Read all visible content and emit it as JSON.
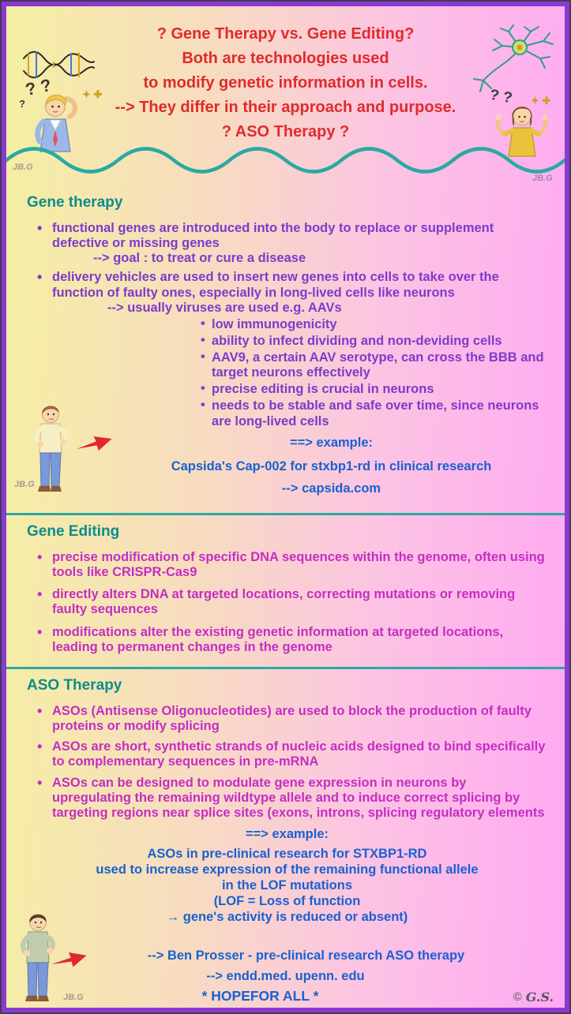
{
  "colors": {
    "title_red": "#e02b2b",
    "heading_teal": "#0e8c8c",
    "gene_therapy_purple": "#7e3bca",
    "editing_magenta": "#c42ec4",
    "link_blue": "#1961d2",
    "wave_teal": "#2aa9a2",
    "border_purple": "#8b3ad1",
    "arrow_red": "#e0282f"
  },
  "header": {
    "lines": [
      "? Gene Therapy vs. Gene Editing?",
      "Both are technologies used",
      "to modify genetic information in cells.",
      "--> They differ in their approach and purpose.",
      "? ASO Therapy ?"
    ]
  },
  "gene_therapy": {
    "heading": "Gene therapy",
    "bullet1": "functional genes are introduced into the body to replace or supplement defective or missing genes",
    "bullet1_sub": "--> goal : to treat or cure a disease",
    "bullet2": "delivery vehicles are used to insert new genes into cells to take over the function of faulty ones, especially in long-lived cells like neurons",
    "bullet2_sub": "--> usually viruses are used e.g. AAVs",
    "aav_points": [
      "low immunogenicity",
      "ability to infect dividing and non-deviding cells",
      "AAV9, a certain AAV serotype, can cross the BBB and target neurons effectively",
      "precise editing is crucial in neurons",
      "needs to be stable and safe over time, since neurons are long-lived cells"
    ],
    "example_label": "==> example:",
    "example_line": "Capsida's Cap-002 for stxbp1-rd in clinical research",
    "example_link": "--> capsida.com"
  },
  "gene_editing": {
    "heading": "Gene Editing",
    "bullets": [
      "precise modification of specific DNA sequences within the genome, often using tools like CRISPR-Cas9",
      "directly alters DNA at targeted locations, correcting mutations or removing faulty sequences",
      "modifications alter the existing genetic information at targeted locations, leading to permanent changes in the genome"
    ]
  },
  "aso_therapy": {
    "heading": "ASO Therapy",
    "bullets": [
      "ASOs (Antisense Oligonucleotides) are used to block the production of faulty proteins or modify splicing",
      "ASOs are short, synthetic strands of nucleic acids designed to bind specifically to complementary sequences in pre-mRNA",
      "ASOs can be designed to modulate gene expression in neurons by upregulating the remaining wildtype allele and to induce correct splicing by targeting regions near splice sites (exons, introns, splicing regulatory elements"
    ],
    "example_label": "==> example:",
    "example_lines": [
      "ASOs in pre-clinical research for STXBP1-RD",
      "used to increase expression of the remaining functional allele",
      "in the LOF mutations",
      "(LOF = Loss of function",
      "→ gene's activity is reduced or absent)"
    ],
    "footer_line1": "--> Ben Prosser - pre-clinical research ASO therapy",
    "footer_line2": "--> endd.med. upenn. edu",
    "footer_line3": "* HOPEFOR ALL *"
  },
  "watermark": {
    "initials": "JB.G",
    "copyright": "©",
    "signature": "G.S."
  },
  "decor": {
    "qq": "? ?",
    "q": "?",
    "sparkles": "✦ ✚"
  }
}
